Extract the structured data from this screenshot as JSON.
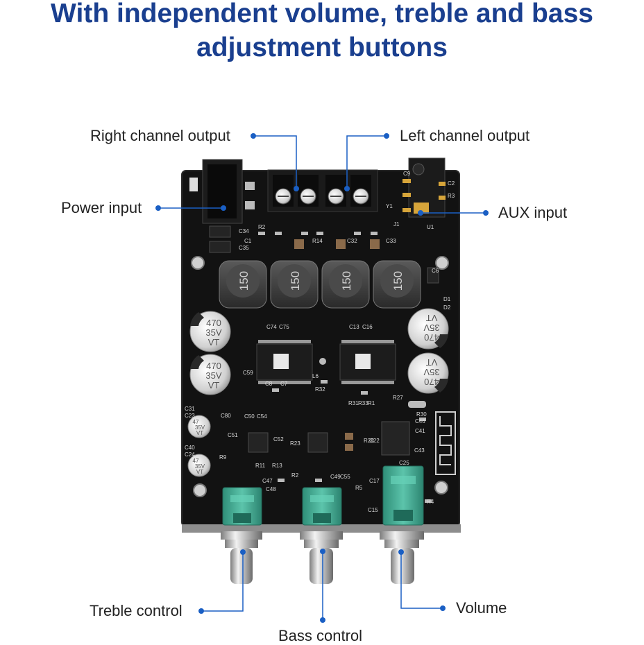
{
  "headline": {
    "line1": "With independent volume, treble and bass",
    "line2": "adjustment buttons"
  },
  "callouts": {
    "right_channel_output": "Right channel output",
    "left_channel_output": "Left channel output",
    "power_input": "Power input",
    "aux_input": "AUX input",
    "treble_control": "Treble control",
    "bass_control": "Bass control",
    "volume": "Volume"
  },
  "board": {
    "inductor_marking": "150",
    "capacitor_value": "470",
    "capacitor_voltage": "35V",
    "capacitor_series": "VT",
    "small_cap_value": "47",
    "small_cap_voltage": "35V",
    "small_cap_series": "VT",
    "labels": [
      "C31",
      "C40",
      "C51",
      "C52",
      "C50",
      "C54",
      "C48",
      "C49",
      "C55",
      "C47",
      "C17",
      "C15",
      "C25",
      "C46",
      "C41",
      "C43",
      "C74",
      "C75",
      "C13",
      "C16",
      "C8",
      "C7",
      "R32",
      "R31",
      "R33",
      "R1",
      "R2",
      "C1",
      "R14",
      "C32",
      "C33",
      "C34",
      "C35",
      "D1",
      "D2",
      "C6",
      "C9",
      "U1",
      "J1",
      "C2",
      "R3",
      "R4",
      "R2",
      "R5",
      "R27",
      "R30",
      "Y1",
      "L6",
      "C59",
      "C80",
      "R9",
      "R11",
      "R13",
      "R23",
      "R28",
      "C22",
      "C23",
      "C24"
    ]
  },
  "colors": {
    "headline": "#1a3f8f",
    "pointer": "#1a5fc4",
    "pcb": "#121212",
    "knob": "#3fa892"
  }
}
